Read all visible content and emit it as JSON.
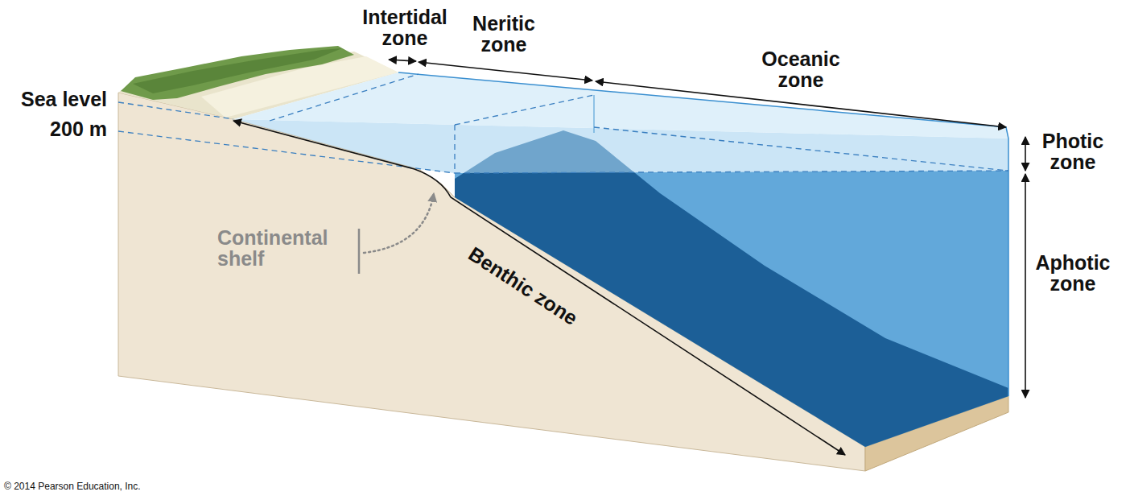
{
  "diagram": {
    "labels": [
      "Intertidal zone",
      "Neritic zone",
      "Oceanic zone",
      "Sea level",
      "200 m",
      "Photic zone",
      "Aphotic zone",
      "Continental shelf",
      "Benthic zone",
      "© 2014 Pearson Education, Inc."
    ]
  }
}
